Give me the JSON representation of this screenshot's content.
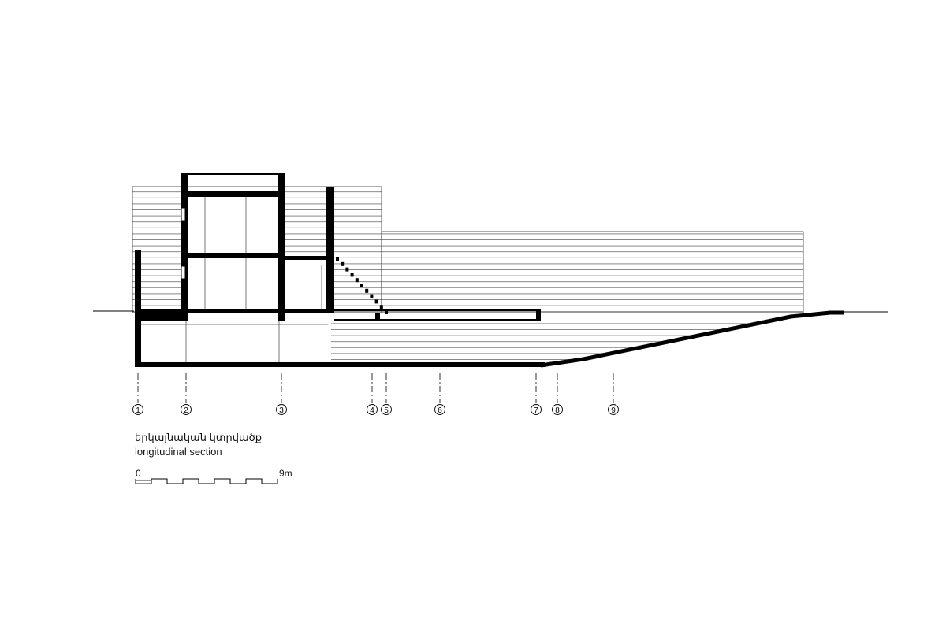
{
  "drawing": {
    "caption_armenian": "երկայնական կտրվածք",
    "caption_english": "longitudinal section",
    "scale_bar": {
      "start_label": "0",
      "end_label": "9m"
    },
    "gridlines": [
      "1",
      "2",
      "3",
      "4",
      "5",
      "6",
      "7",
      "8",
      "9"
    ],
    "colors": {
      "ink": "#000000",
      "hatch": "#555555",
      "paper": "#ffffff"
    }
  }
}
